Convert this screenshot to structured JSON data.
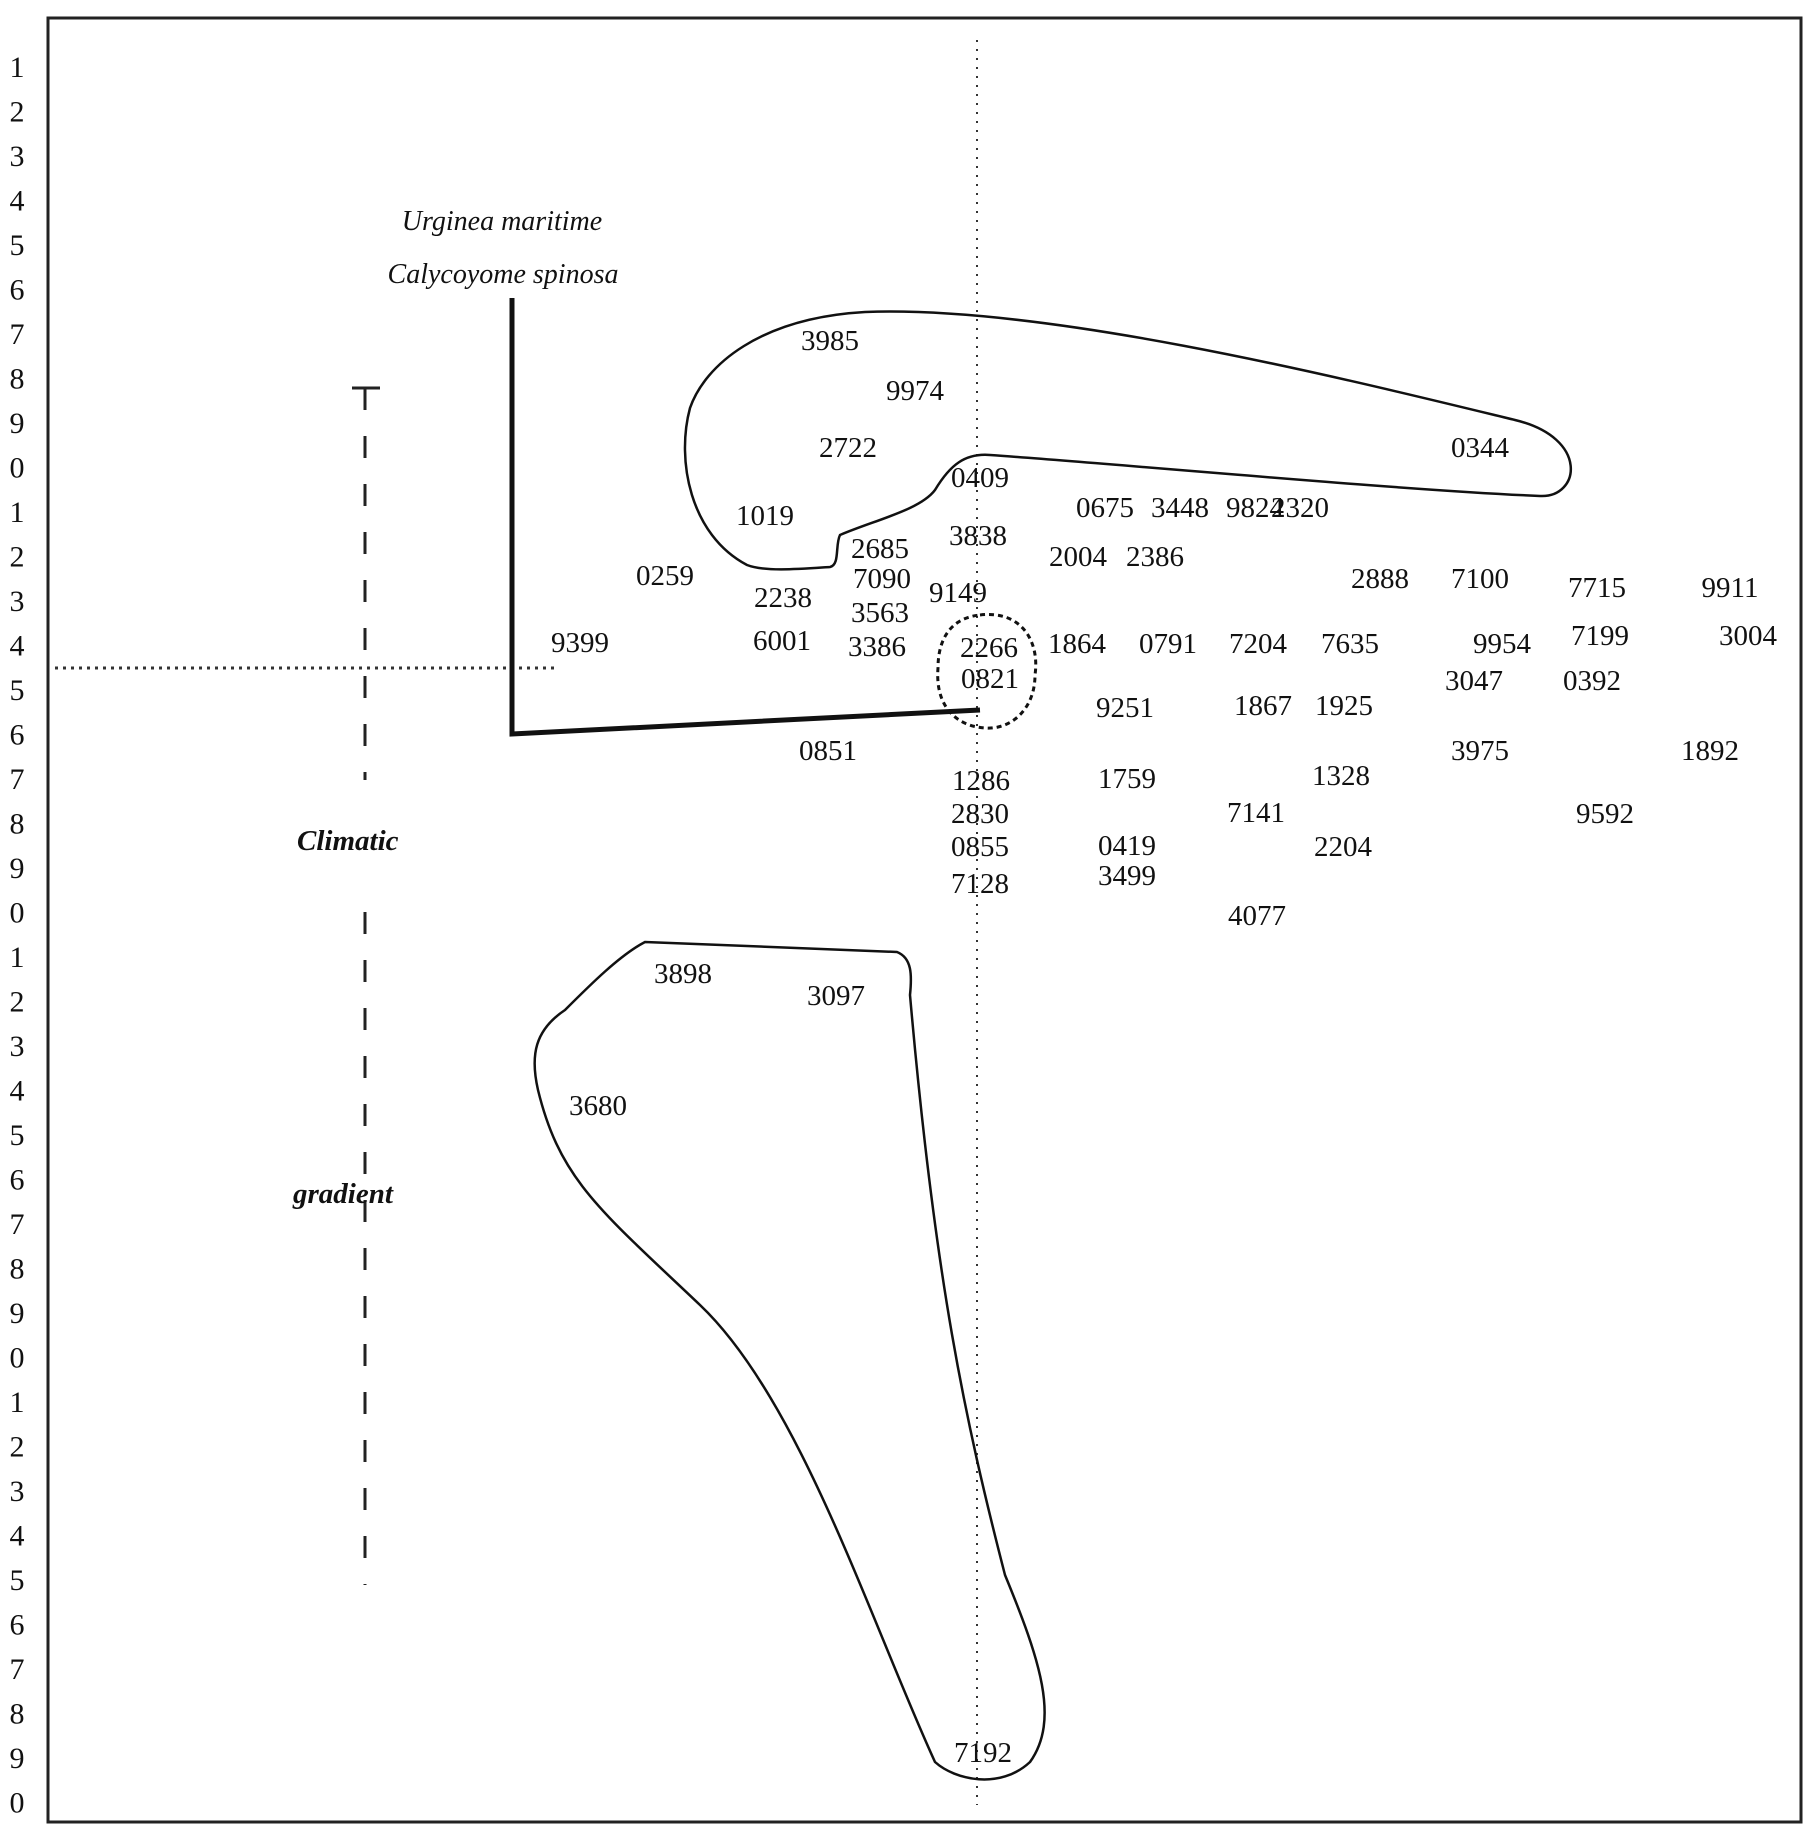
{
  "figure": {
    "row_numbers": [
      "1",
      "2",
      "3",
      "4",
      "5",
      "6",
      "7",
      "8",
      "9",
      "0",
      "1",
      "2",
      "3",
      "4",
      "5",
      "6",
      "7",
      "8",
      "9",
      "0",
      "1",
      "2",
      "3",
      "4",
      "5",
      "6",
      "7",
      "8",
      "9",
      "0",
      "1",
      "2",
      "3",
      "4",
      "5",
      "6",
      "7",
      "8",
      "9",
      "0"
    ],
    "species_labels": [
      "Urginea maritime",
      "Calycoyome spinosa"
    ],
    "gradient_labels": [
      "Climatic",
      "gradient"
    ],
    "sites": [
      {
        "id": "3985"
      },
      {
        "id": "9974"
      },
      {
        "id": "2722"
      },
      {
        "id": "0344"
      },
      {
        "id": "0409"
      },
      {
        "id": "1019"
      },
      {
        "id": "0675"
      },
      {
        "id": "3448"
      },
      {
        "id": "9824"
      },
      {
        "id": "2320"
      },
      {
        "id": "2685"
      },
      {
        "id": "3838"
      },
      {
        "id": "2004"
      },
      {
        "id": "2386"
      },
      {
        "id": "0259"
      },
      {
        "id": "7090"
      },
      {
        "id": "2238"
      },
      {
        "id": "9149"
      },
      {
        "id": "2888"
      },
      {
        "id": "7100"
      },
      {
        "id": "7715"
      },
      {
        "id": "9911"
      },
      {
        "id": "3563"
      },
      {
        "id": "9399"
      },
      {
        "id": "6001"
      },
      {
        "id": "3386"
      },
      {
        "id": "2266"
      },
      {
        "id": "1864"
      },
      {
        "id": "0791"
      },
      {
        "id": "7204"
      },
      {
        "id": "7635"
      },
      {
        "id": "9954"
      },
      {
        "id": "7199"
      },
      {
        "id": "3004"
      },
      {
        "id": "0821"
      },
      {
        "id": "3047"
      },
      {
        "id": "0392"
      },
      {
        "id": "9251"
      },
      {
        "id": "1867"
      },
      {
        "id": "1925"
      },
      {
        "id": "0851"
      },
      {
        "id": "3975"
      },
      {
        "id": "1892"
      },
      {
        "id": "1286"
      },
      {
        "id": "1759"
      },
      {
        "id": "1328"
      },
      {
        "id": "2830"
      },
      {
        "id": "7141"
      },
      {
        "id": "9592"
      },
      {
        "id": "0855"
      },
      {
        "id": "0419"
      },
      {
        "id": "2204"
      },
      {
        "id": "7128"
      },
      {
        "id": "3499"
      },
      {
        "id": "4077"
      },
      {
        "id": "3898"
      },
      {
        "id": "3097"
      },
      {
        "id": "3680"
      },
      {
        "id": "7192"
      }
    ]
  }
}
